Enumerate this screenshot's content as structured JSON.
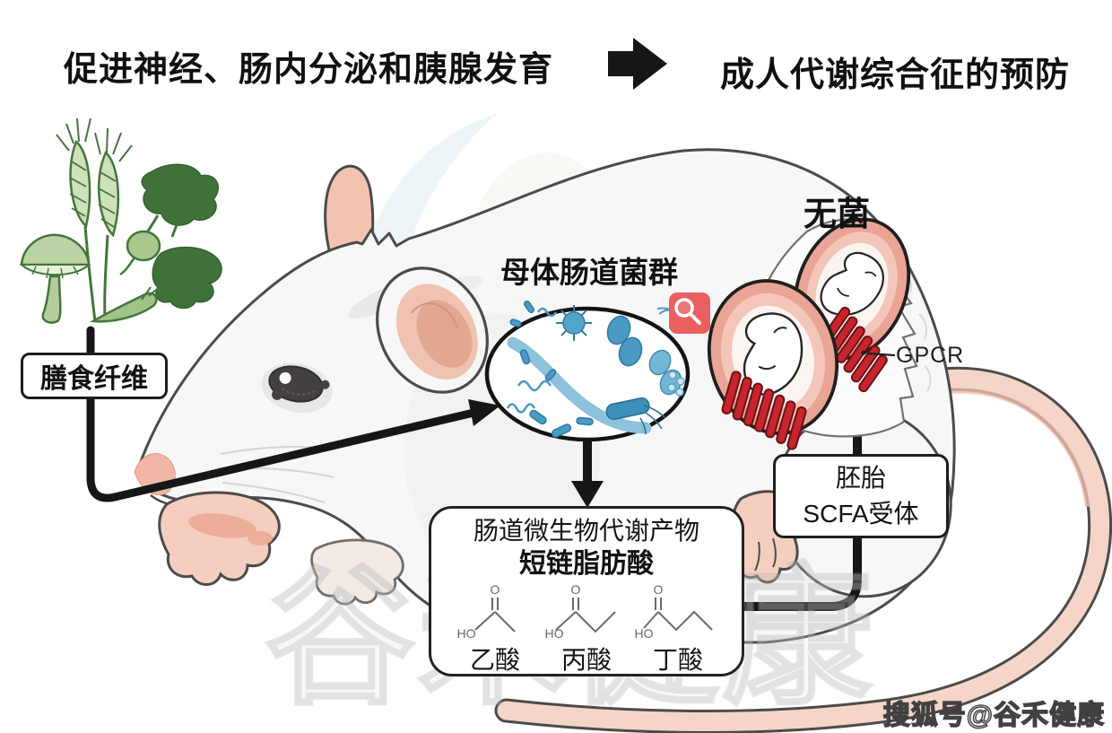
{
  "header": {
    "left_title": "促进神经、肠内分泌和胰腺发育",
    "right_title": "成人代谢综合征的预防"
  },
  "labels": {
    "dietary_fiber": "膳食纤维",
    "maternal_microbiota": "母体肠道菌群",
    "germ_free": "无菌",
    "gpcr": "GPCR"
  },
  "boxes": {
    "embryo_receptor": {
      "line1": "胚胎",
      "line2": "SCFA受体"
    },
    "metabolites": {
      "line1": "肠道微生物代谢产物",
      "line2": "短链脂肪酸",
      "acids": [
        {
          "name": "乙酸",
          "o": "O",
          "ho": "HO"
        },
        {
          "name": "丙酸",
          "o": "O",
          "ho": "HO"
        },
        {
          "name": "丁酸",
          "o": "O",
          "ho": "HO"
        }
      ]
    }
  },
  "watermarks": {
    "center": "谷禾健康",
    "bottom_right": "搜狐号@谷禾健康"
  },
  "icons": {
    "microbiota_zoom": "magnifier-icon",
    "title_flow": "arrow-right-icon"
  },
  "colors": {
    "plant_green_dark": "#43763c",
    "plant_green_light": "#bcd3a5",
    "bacteria_blue": "#4f9ec6",
    "embryo_ring_pink": "#e9a495",
    "gpcr_red": "#c7252c",
    "mouse_body": "#f7f7f8",
    "mouse_pink": "#f5cdbd",
    "magnifier_red": "#e9605e",
    "line_black": "#161616"
  }
}
